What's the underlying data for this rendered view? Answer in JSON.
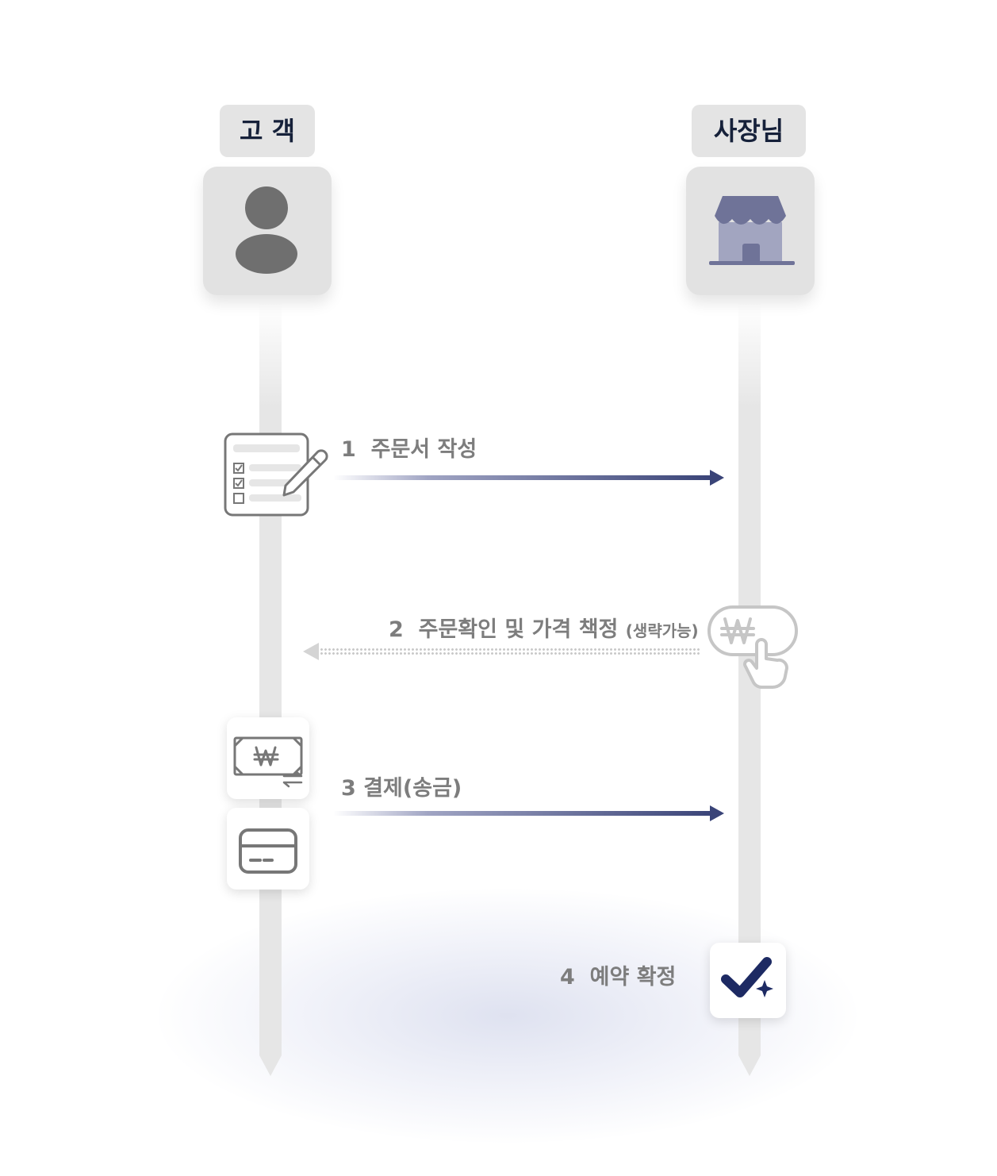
{
  "actors": {
    "customer": "고 객",
    "owner": "사장님"
  },
  "steps": [
    {
      "number": "1",
      "label": "주문서 작성",
      "note": ""
    },
    {
      "number": "2",
      "label": "주문확인 및 가격 책정",
      "note": "(생략가능)"
    },
    {
      "number": "3",
      "label": "결제(송금)",
      "note": ""
    },
    {
      "number": "4",
      "label": "예약 확정",
      "note": ""
    }
  ],
  "icons": {
    "customer_actor": "person-icon",
    "owner_actor": "store-icon",
    "order_form": "checklist-pencil-icon",
    "pricing": "won-button-tap-icon",
    "transfer": "won-banknote-transfer-icon",
    "card": "credit-card-icon",
    "confirm": "checkmark-sparkle-icon"
  },
  "colors": {
    "accent": "#3a4478",
    "lifeline": "#e6e6e6",
    "label_text": "#7d7d7d",
    "actor_text": "#16213a",
    "store_icon": "#6f7398",
    "person_icon": "#6f6f6f"
  }
}
